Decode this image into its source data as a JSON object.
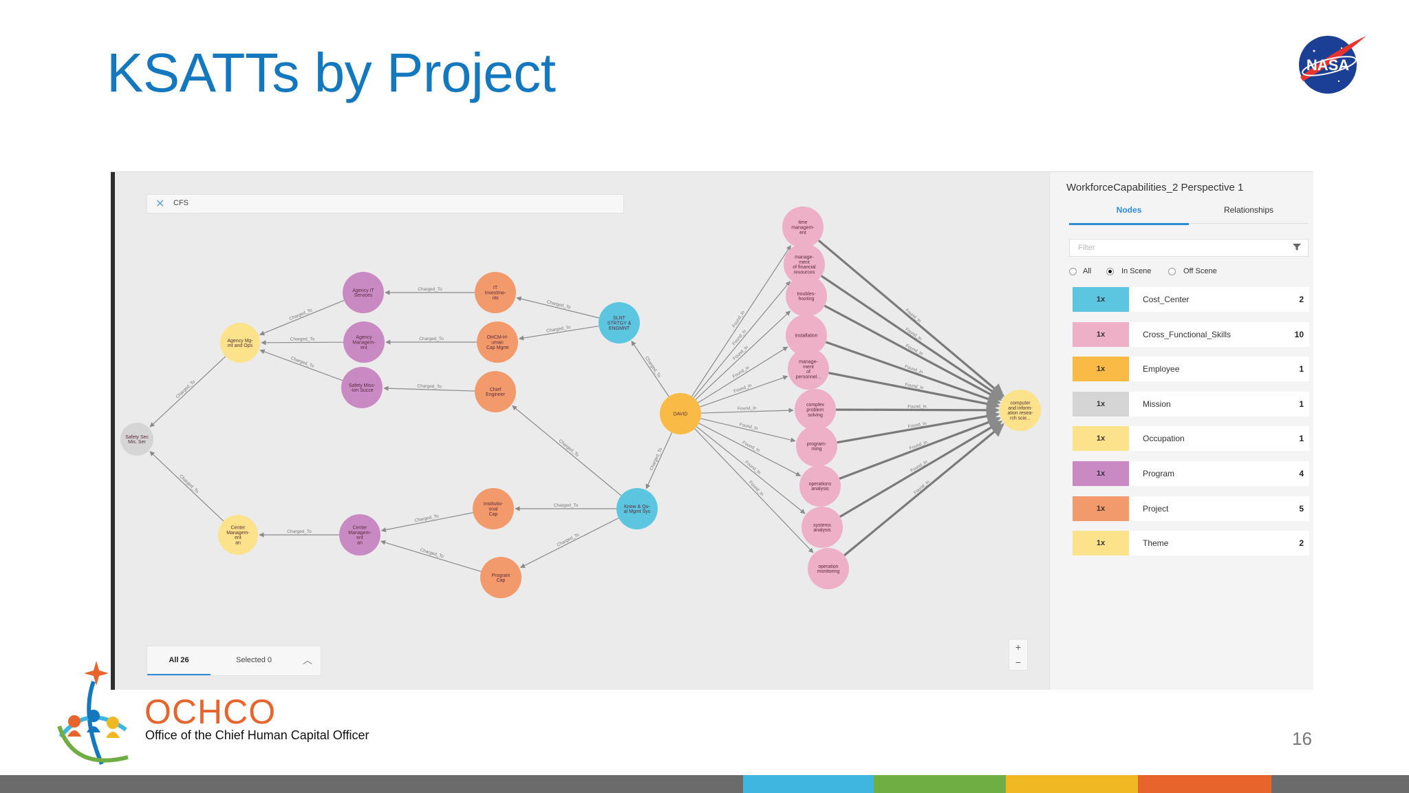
{
  "slide": {
    "title": "KSATTs by Project",
    "page_number": "16",
    "org_acronym": "OCHCO",
    "org_full_name": "Office of the Chief Human Capital Officer",
    "nasa_logo_text": "NASA"
  },
  "search": {
    "query": "CFS"
  },
  "graph": {
    "nodes": [
      {
        "id": "safety",
        "label": "Safety Sec\nMis. Ser",
        "color": "#d5d5d5"
      },
      {
        "id": "agency_mgmt",
        "label": "Agency Mg-\nmt and Ops",
        "color": "#fce28a"
      },
      {
        "id": "center_mgmt",
        "label": "Center\nManagem-\nent\nan",
        "color": "#fce28a"
      },
      {
        "id": "agency_it",
        "label": "Agency IT\nServices",
        "color": "#c98ac4"
      },
      {
        "id": "agency_mgmt2",
        "label": "Agency\nManagem-\nent",
        "color": "#c98ac4"
      },
      {
        "id": "safety_mis",
        "label": "Safety Miss-\n-ion Succe",
        "color": "#c98ac4"
      },
      {
        "id": "center_mgmt2",
        "label": "Center\nManagem-\nent\nan",
        "color": "#c98ac4"
      },
      {
        "id": "it_invest",
        "label": "IT\nInvestme-\nnts",
        "color": "#f39a6c"
      },
      {
        "id": "ochcm",
        "label": "OHCM-H-\numan\nCap Mgmt",
        "color": "#f39a6c"
      },
      {
        "id": "chief_eng",
        "label": "Chief\nEngineer",
        "color": "#f39a6c"
      },
      {
        "id": "institutional",
        "label": "Institutio-\nonal\nCap",
        "color": "#f39a6c"
      },
      {
        "id": "program_cap",
        "label": "Program\nCap",
        "color": "#f39a6c"
      },
      {
        "id": "slnt",
        "label": "SLNT\nSTRTGY &\nENGMNT",
        "color": "#5cc5e0"
      },
      {
        "id": "know",
        "label": "Know & Qu-\nal Mgmt Sys",
        "color": "#5cc5e0"
      },
      {
        "id": "david",
        "label": "DAVID",
        "color": "#f9bb45"
      },
      {
        "id": "s1",
        "label": "time\nmanagem-\nent",
        "color": "#edb0c6"
      },
      {
        "id": "s2",
        "label": "manage-\nment\nof financial\nresources",
        "color": "#edb0c6"
      },
      {
        "id": "s3",
        "label": "troubles-\nhooting",
        "color": "#edb0c6"
      },
      {
        "id": "s4",
        "label": "installation",
        "color": "#edb0c6"
      },
      {
        "id": "s5",
        "label": "manage-\nment\nof\npersonnel...",
        "color": "#edb0c6"
      },
      {
        "id": "s6",
        "label": "complex\nproblem\nsolving",
        "color": "#edb0c6"
      },
      {
        "id": "s7",
        "label": "program-\nming",
        "color": "#edb0c6"
      },
      {
        "id": "s8",
        "label": "operations\nanalysis",
        "color": "#edb0c6"
      },
      {
        "id": "s9",
        "label": "systems\nanalysis",
        "color": "#edb0c6"
      },
      {
        "id": "s10",
        "label": "operation\nmonitoring",
        "color": "#edb0c6"
      },
      {
        "id": "theme",
        "label": "computer\nand inform-\nation resea-\nrch scie...",
        "color": "#fce28a"
      }
    ],
    "edges": [
      {
        "from": "agency_mgmt",
        "to": "safety",
        "label": "Charged_To"
      },
      {
        "from": "center_mgmt",
        "to": "safety",
        "label": "Charged_To"
      },
      {
        "from": "agency_it",
        "to": "agency_mgmt",
        "label": "Charged_To"
      },
      {
        "from": "agency_mgmt2",
        "to": "agency_mgmt",
        "label": "Charged_To"
      },
      {
        "from": "safety_mis",
        "to": "agency_mgmt",
        "label": "Charged_To"
      },
      {
        "from": "center_mgmt2",
        "to": "center_mgmt",
        "label": "Charged_To"
      },
      {
        "from": "it_invest",
        "to": "agency_it",
        "label": "Charged_To"
      },
      {
        "from": "ochcm",
        "to": "agency_mgmt2",
        "label": "Charged_To"
      },
      {
        "from": "chief_eng",
        "to": "safety_mis",
        "label": "Charged_To"
      },
      {
        "from": "institutional",
        "to": "center_mgmt2",
        "label": "Charged_To"
      },
      {
        "from": "program_cap",
        "to": "center_mgmt2",
        "label": "Charged_To"
      },
      {
        "from": "slnt",
        "to": "it_invest",
        "label": "Charged_To"
      },
      {
        "from": "slnt",
        "to": "ochcm",
        "label": "Charged_To"
      },
      {
        "from": "know",
        "to": "chief_eng",
        "label": "Charged_To"
      },
      {
        "from": "know",
        "to": "institutional",
        "label": "Charged_To"
      },
      {
        "from": "know",
        "to": "program_cap",
        "label": "Charged_To"
      },
      {
        "from": "david",
        "to": "slnt",
        "label": "Charged_To"
      },
      {
        "from": "david",
        "to": "know",
        "label": "Charged_To"
      },
      {
        "from": "david",
        "to": "s1",
        "label": "Found_In"
      },
      {
        "from": "david",
        "to": "s2",
        "label": "Found_In"
      },
      {
        "from": "david",
        "to": "s3",
        "label": "Found_In"
      },
      {
        "from": "david",
        "to": "s4",
        "label": "Found_In"
      },
      {
        "from": "david",
        "to": "s5",
        "label": "Found_In"
      },
      {
        "from": "david",
        "to": "s6",
        "label": "Found_In"
      },
      {
        "from": "david",
        "to": "s7",
        "label": "Found_In"
      },
      {
        "from": "david",
        "to": "s8",
        "label": "Found_In"
      },
      {
        "from": "david",
        "to": "s9",
        "label": "Found_In"
      },
      {
        "from": "david",
        "to": "s10",
        "label": "Found_In"
      },
      {
        "from": "s1",
        "to": "theme",
        "label": "Found_In"
      },
      {
        "from": "s2",
        "to": "theme",
        "label": "Found_In"
      },
      {
        "from": "s3",
        "to": "theme",
        "label": "Found_In"
      },
      {
        "from": "s4",
        "to": "theme",
        "label": "Found_In"
      },
      {
        "from": "s5",
        "to": "theme",
        "label": "Found_In"
      },
      {
        "from": "s6",
        "to": "theme",
        "label": "Found_In"
      },
      {
        "from": "s7",
        "to": "theme",
        "label": "Found_In"
      },
      {
        "from": "s8",
        "to": "theme",
        "label": "Found_In"
      },
      {
        "from": "s9",
        "to": "theme",
        "label": "Found_In"
      },
      {
        "from": "s10",
        "to": "theme",
        "label": "Found_In"
      }
    ]
  },
  "bottom_tabs": {
    "all": "All 26",
    "selected": "Selected 0"
  },
  "zoom": {
    "in": "+",
    "out": "−"
  },
  "panel": {
    "title": "WorkforceCapabilities_2 Perspective 1",
    "tabs": {
      "nodes": "Nodes",
      "relationships": "Relationships"
    },
    "filter_placeholder": "Filter",
    "scope": {
      "all": "All",
      "in_scene": "In Scene",
      "off_scene": "Off Scene"
    },
    "rows": [
      {
        "badge": "1x",
        "label": "Cost_Center",
        "count": "2",
        "color": "#5cc5e0"
      },
      {
        "badge": "1x",
        "label": "Cross_Functional_Skills",
        "count": "10",
        "color": "#edb0c6"
      },
      {
        "badge": "1x",
        "label": "Employee",
        "count": "1",
        "color": "#f9bb45"
      },
      {
        "badge": "1x",
        "label": "Mission",
        "count": "1",
        "color": "#d5d5d5"
      },
      {
        "badge": "1x",
        "label": "Occupation",
        "count": "1",
        "color": "#fce28a"
      },
      {
        "badge": "1x",
        "label": "Program",
        "count": "4",
        "color": "#c98ac4"
      },
      {
        "badge": "1x",
        "label": "Project",
        "count": "5",
        "color": "#f39a6c"
      },
      {
        "badge": "1x",
        "label": "Theme",
        "count": "2",
        "color": "#fce28a"
      }
    ]
  },
  "footer_colors": [
    "#3fb6e0",
    "#6fae43",
    "#f0b923",
    "#e8642d"
  ]
}
